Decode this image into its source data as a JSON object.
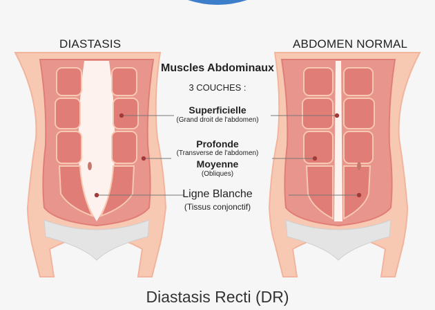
{
  "titles": {
    "left": "DIASTASIS",
    "right": "ABDOMEN NORMAL"
  },
  "center": {
    "title": "Muscles Abdominaux",
    "layers": "3 COUCHES :",
    "superficial": {
      "name": "Superficielle",
      "detail": "(Grand droit de l'abdomen)"
    },
    "deep": {
      "name": "Profonde",
      "detail": "(Transverse de l'abdomen)"
    },
    "middle": {
      "name": "Moyenne",
      "detail": "(Obliques)"
    },
    "linea": {
      "name": "Ligne Blanche",
      "detail": "(Tissus conjonctif)"
    }
  },
  "footer": "Diastasis Recti (DR)",
  "colors": {
    "background": "#f6f6f6",
    "skin": "#f7c8b2",
    "skin_edge": "#f2b49c",
    "muscle": "#e07d76",
    "muscle_fill": "#e8968d",
    "fascia": "#fdf2ee",
    "underwear": "#e4e4e4",
    "leader_line": "#777777",
    "dot": "#a23a3a",
    "accent_top": "#3d7ecb"
  }
}
